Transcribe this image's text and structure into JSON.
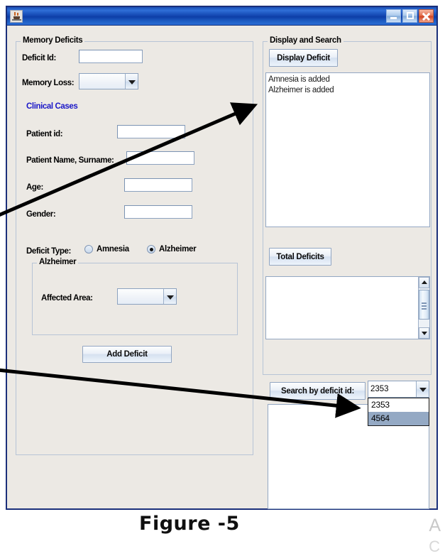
{
  "window": {
    "title": "",
    "icon": "java-coffee-cup-icon",
    "buttons": {
      "minimize": "minimize-icon",
      "maximize": "maximize-icon",
      "close": "close-icon"
    }
  },
  "memory_deficits": {
    "title": "Memory Deficits",
    "deficit_id": {
      "label": "Deficit Id:",
      "value": ""
    },
    "memory_loss": {
      "label": "Memory Loss:",
      "value": "",
      "options": []
    },
    "clinical_cases_label": "Clinical Cases",
    "fields": [
      {
        "label": "Patient id:",
        "value": ""
      },
      {
        "label": "Patient Name, Surname:",
        "value": ""
      },
      {
        "label": "Age:",
        "value": ""
      },
      {
        "label": "Gender:",
        "value": ""
      }
    ],
    "deficit_type": {
      "label": "Deficit Type:",
      "options": [
        {
          "label": "Amnesia",
          "selected": false
        },
        {
          "label": "Alzheimer",
          "selected": true
        }
      ]
    },
    "alzheimer_group": {
      "title": "Alzheimer",
      "affected_area": {
        "label": "Affected Area:",
        "value": "",
        "options": []
      }
    },
    "add_deficit_button": "Add Deficit"
  },
  "display_and_search": {
    "title": "Display and Search",
    "display_deficit_button": "Display Deficit",
    "display_output": [
      "Amnesia is added",
      "Alzheimer is added"
    ],
    "total_deficits_button": "Total Deficits",
    "total_output": []
  },
  "search_panel": {
    "search_button": "Search by deficit id:",
    "deficit_id_combo": {
      "value": "2353",
      "open": true,
      "options": [
        {
          "label": "2353",
          "selected": false
        },
        {
          "label": "4564",
          "selected": true
        }
      ]
    },
    "search_results": []
  },
  "caption": {
    "text": "Figure -5",
    "watermark": "A",
    "watermark2": "C"
  },
  "colors": {
    "titlebar": "#1b4fb5",
    "panel_bg": "#ece9e4",
    "accent_blue": "#1a17c8",
    "selection": "#94a9c4",
    "border": "#b7c4d6"
  }
}
